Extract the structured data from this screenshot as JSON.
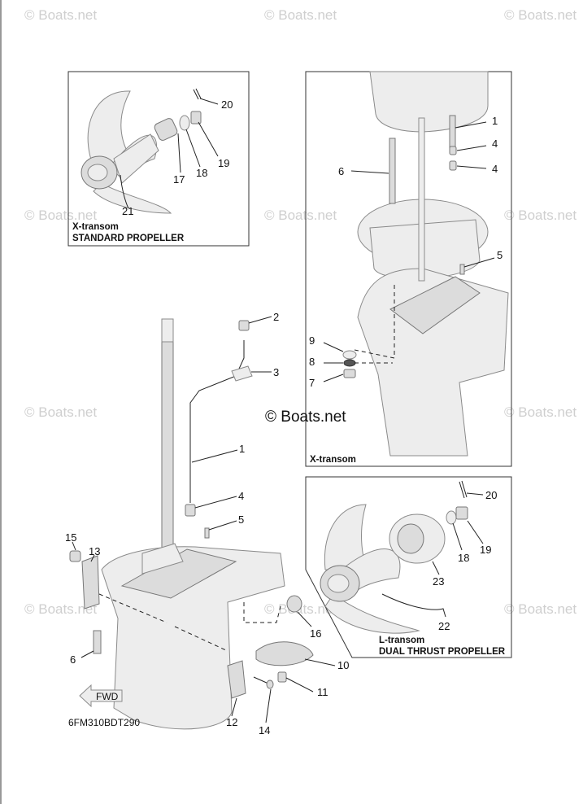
{
  "watermark": "© Boats.net",
  "center_logo": "© Boats.net",
  "diagram_code": "6FM310BDT290",
  "fwd_label": "FWD",
  "insets": {
    "standard_propeller": {
      "line1": "X-transom",
      "line2": "STANDARD PROPELLER"
    },
    "x_transom": {
      "line1": "X-transom"
    },
    "dual_thrust": {
      "line1": "L-transom",
      "line2": "DUAL THRUST PROPELLER"
    }
  },
  "callouts": {
    "c20a": "20",
    "c17": "17",
    "c18a": "18",
    "c19a": "19",
    "c21": "21",
    "c1a": "1",
    "c4a": "4",
    "c4b": "4",
    "c6a": "6",
    "c5a": "5",
    "c9": "9",
    "c8": "8",
    "c7": "7",
    "c2": "2",
    "c3": "3",
    "c1b": "1",
    "c4c": "4",
    "c5b": "5",
    "c15": "15",
    "c13": "13",
    "c6b": "6",
    "c16": "16",
    "c10": "10",
    "c11": "11",
    "c12": "12",
    "c14": "14",
    "c20b": "20",
    "c19b": "19",
    "c18b": "18",
    "c23": "23",
    "c22": "22"
  }
}
